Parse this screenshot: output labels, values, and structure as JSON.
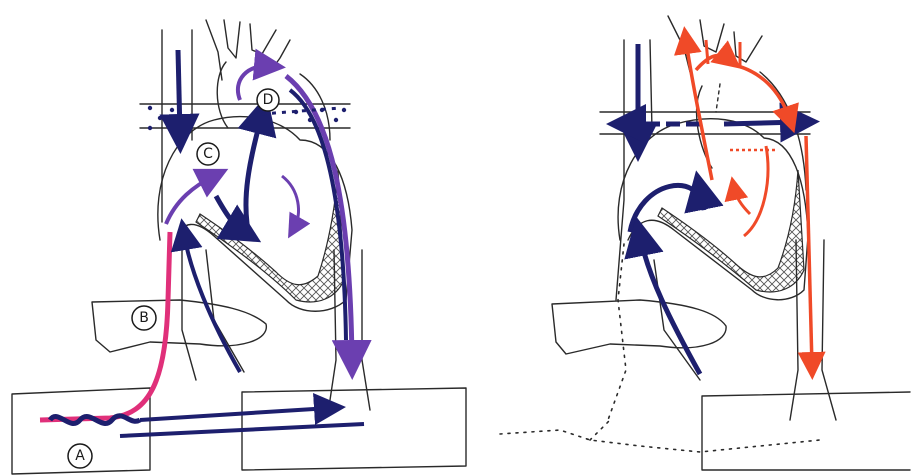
{
  "labels": {
    "a": "A",
    "b": "B",
    "c": "C",
    "d": "D"
  },
  "colors": {
    "deoxygenated": "#1d1f6e",
    "mixed": "#6b3fb0",
    "umbilical_vein": "#e0307a",
    "oxygenated": "#f04a28",
    "outline": "#2a2a2a",
    "mesh": "#555555"
  },
  "panels": {
    "left": "fetal-circulation",
    "right": "postnatal-circulation"
  }
}
